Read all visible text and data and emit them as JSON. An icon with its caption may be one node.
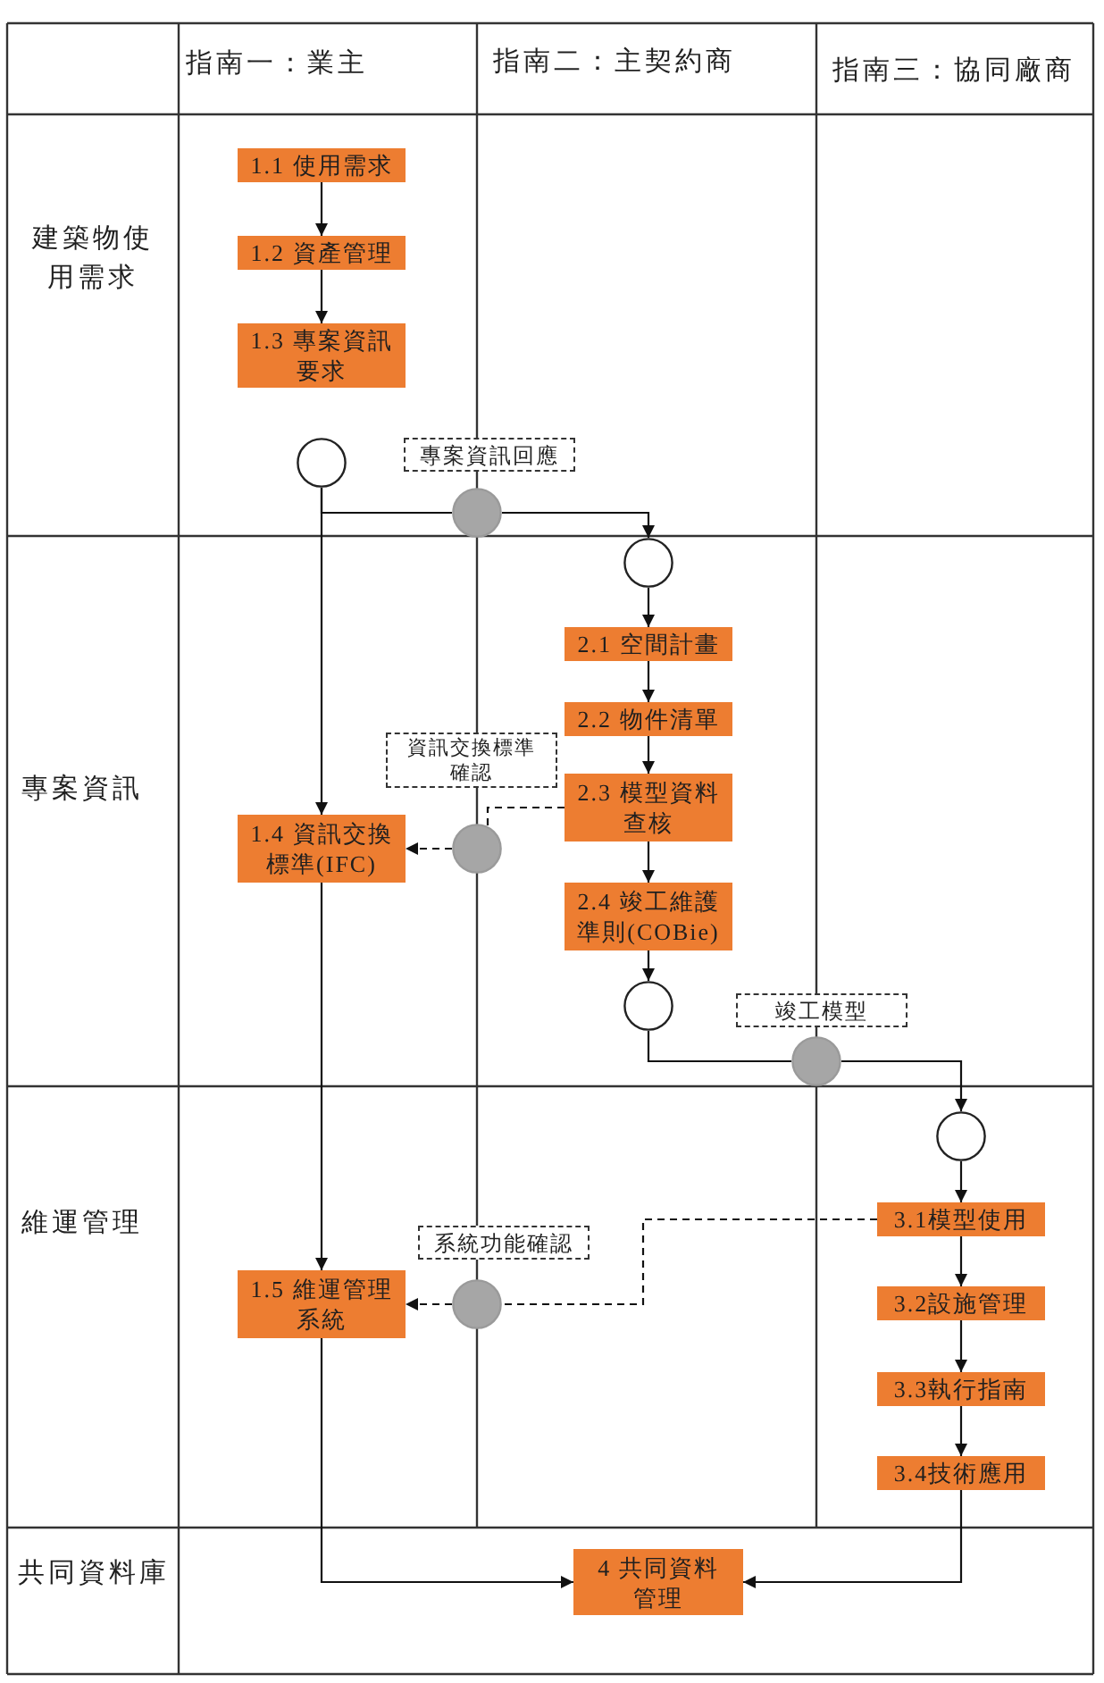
{
  "diagram": {
    "nodes": [
      {
        "text": [
          "1.1 使用需求"
        ]
      },
      {
        "text": [
          "1.2 資產管理"
        ]
      },
      {
        "text": [
          "1.3 專案資訊要求"
        ]
      },
      {
        "text": [],
        "shape": "circle"
      },
      {
        "text": [
          "專案資訊回應"
        ]
      },
      {
        "text": [],
        "shape": "circle"
      },
      {
        "text": [],
        "shape": "circle"
      },
      {
        "text": [
          "2.1 空間計畫"
        ]
      },
      {
        "text": [
          "2.2 物件清單"
        ]
      },
      {
        "text": [
          "2.3 模型資料查核"
        ]
      },
      {
        "text": [
          "2.4 竣工維護準則(COBie)"
        ]
      },
      {
        "text": [
          "資訊交換標準確認"
        ]
      },
      {
        "text": [],
        "shape": "circle"
      },
      {
        "text": [
          "1.4 資訊交換標準(IFC)"
        ]
      },
      {
        "text": [],
        "shape": "circle"
      },
      {
        "text": [
          "竣工模型"
        ]
      },
      {
        "text": [],
        "shape": "circle"
      },
      {
        "text": [],
        "shape": "circle"
      },
      {
        "text": [
          "3.1模型使用"
        ]
      },
      {
        "text": [
          "3.2設施管理"
        ]
      },
      {
        "text": [
          "3.3執行指南"
        ]
      },
      {
        "text": [
          "3.4技術應用"
        ]
      },
      {
        "text": [
          "系統功能確認"
        ]
      },
      {
        "text": [],
        "shape": "circle"
      },
      {
        "text": [
          "1.5 維運管理系統"
        ]
      },
      {
        "text": [
          "4 共同資料管理"
        ]
      }
    ],
    "edges": [
      {
        "from": 0,
        "to": 1,
        "arrow": "to"
      },
      {
        "from": 1,
        "to": 2,
        "arrow": "to"
      },
      {
        "from": 3,
        "to": 5,
        "arrow": "none"
      },
      {
        "from": 5,
        "to": 6,
        "arrow": "to"
      },
      {
        "from": 3,
        "to": 13,
        "arrow": "to"
      },
      {
        "from": 6,
        "to": 7,
        "arrow": "to"
      },
      {
        "from": 7,
        "to": 8,
        "arrow": "to"
      },
      {
        "from": 8,
        "to": 9,
        "arrow": "to"
      },
      {
        "from": 9,
        "to": 10,
        "arrow": "to"
      },
      {
        "from": 10,
        "to": 14,
        "arrow": "to"
      },
      {
        "from": 9,
        "to": 12,
        "arrow": "none",
        "style": "dashed"
      },
      {
        "from": 12,
        "to": 13,
        "arrow": "to",
        "style": "dashed"
      },
      {
        "from": 14,
        "to": 16,
        "arrow": "none"
      },
      {
        "from": 16,
        "to": 17,
        "arrow": "to"
      },
      {
        "from": 17,
        "to": 18,
        "arrow": "to"
      },
      {
        "from": 18,
        "to": 19,
        "arrow": "to"
      },
      {
        "from": 19,
        "to": 20,
        "arrow": "to"
      },
      {
        "from": 20,
        "to": 21,
        "arrow": "to"
      },
      {
        "from": 18,
        "to": 23,
        "arrow": "none",
        "style": "dashed"
      },
      {
        "from": 23,
        "to": 24,
        "arrow": "to",
        "style": "dashed"
      },
      {
        "from": 13,
        "to": 24,
        "arrow": "to"
      },
      {
        "from": 24,
        "to": 25,
        "arrow": "to"
      },
      {
        "from": 21,
        "to": 25,
        "arrow": "to"
      }
    ],
    "labels": [
      "指南一：業主",
      "指南二：主契約商",
      "指南三：協同廠商",
      "建築物使用需求",
      "專案資訊",
      "維運管理",
      "共同資料庫"
    ]
  }
}
